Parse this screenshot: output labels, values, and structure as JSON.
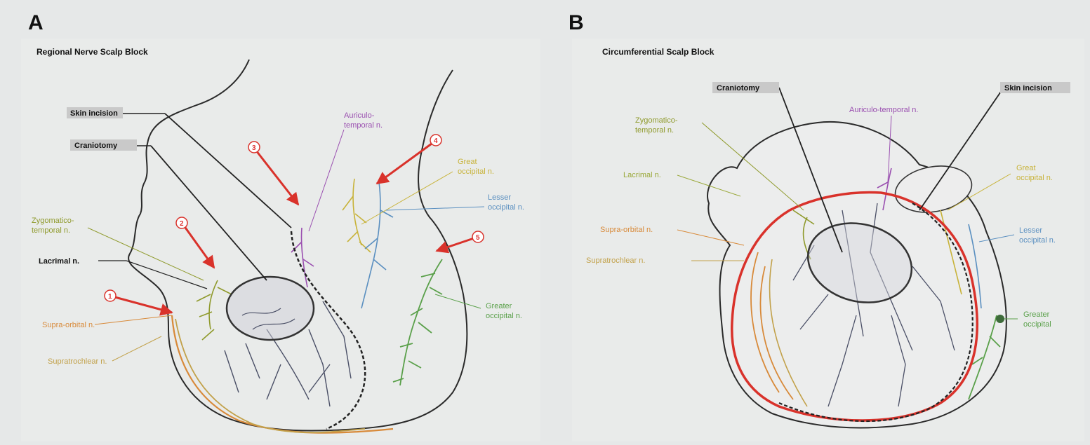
{
  "panels": [
    {
      "letter": "A",
      "title": "Regional Nerve Scalp Block",
      "labels": {
        "skin_incision": "Skin incision",
        "craniotomy": "Craniotomy",
        "auriculotemporal": "Auriculo-\ntemporal n.",
        "zygomaticotemporal": "Zygomatico-\ntemporal n.",
        "lacrimal": "Lacrimal n.",
        "supraorbital": "Supra-orbital n.",
        "supratrochlear": "Supratrochlear n.",
        "great_occipital": "Great\noccipital n.",
        "lesser_occipital": "Lesser\noccipital n.",
        "greater_occipital": "Greater\noccipital n."
      },
      "injection_sites": [
        "1",
        "2",
        "3",
        "4",
        "5"
      ]
    },
    {
      "letter": "B",
      "title": "Circumferential Scalp Block",
      "labels": {
        "craniotomy": "Craniotomy",
        "skin_incision": "Skin incision",
        "auriculotemporal": "Auriculo-temporal n.",
        "zygomaticotemporal": "Zygomatico-\ntemporal n.",
        "lacrimal": "Lacrimal n.",
        "supraorbital": "Supra-orbital n.",
        "supratrochlear": "Supratrochlear n.",
        "great_occipital": "Great\noccipital n.",
        "lesser_occipital": "Lesser\noccipital n.",
        "greater_occipital": "Greater\noccipital"
      }
    }
  ],
  "colors": {
    "red_arrow": "#d9322b",
    "auriculotemporal": "#9a4fb0",
    "zygomaticotemporal": "#8f9a2c",
    "lacrimal": "#9aa83a",
    "supraorbital": "#d88a3a",
    "supratrochlear": "#c2a14a",
    "great_occipital": "#c8b33a",
    "lesser_occipital": "#5a8fc0",
    "greater_occipital": "#5aa04a",
    "vessel": "#4a4f66"
  }
}
